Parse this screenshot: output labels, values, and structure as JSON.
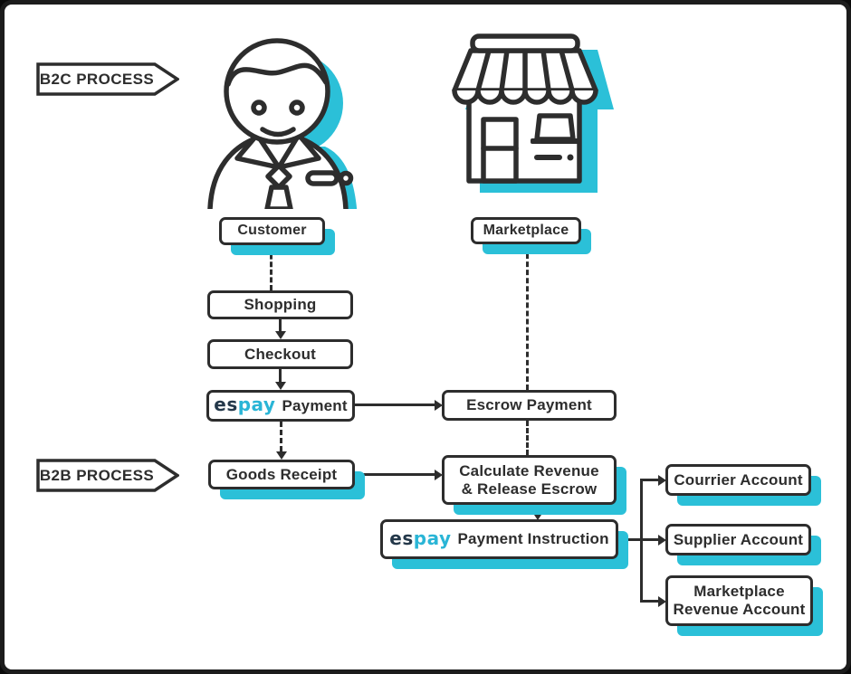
{
  "colors": {
    "ink": "#2d2d2d",
    "accent_cyan": "#2bc0d8",
    "espay_dark": "#24384a",
    "espay_cyan": "#2ab5d6"
  },
  "process_labels": {
    "b2c": "B2C PROCESS",
    "b2b": "B2B PROCESS"
  },
  "actors": {
    "customer": "Customer",
    "marketplace": "Marketplace"
  },
  "flow": {
    "shopping": "Shopping",
    "checkout": "Checkout",
    "espay_logo_dark": "es",
    "espay_logo_cyan": "pay",
    "espay_payment_label": "Payment",
    "escrow_payment": "Escrow Payment",
    "goods_receipt": "Goods Receipt",
    "calculate_line1": "Calculate Revenue",
    "calculate_line2": "& Release Escrow",
    "payment_instruction_label": "Payment Instruction",
    "courrier_account": "Courrier Account",
    "supplier_account": "Supplier Account",
    "marketplace_revenue_line1": "Marketplace",
    "marketplace_revenue_line2": "Revenue Account"
  },
  "icons": {
    "customer": "person-avatar-icon",
    "marketplace": "storefront-icon"
  }
}
